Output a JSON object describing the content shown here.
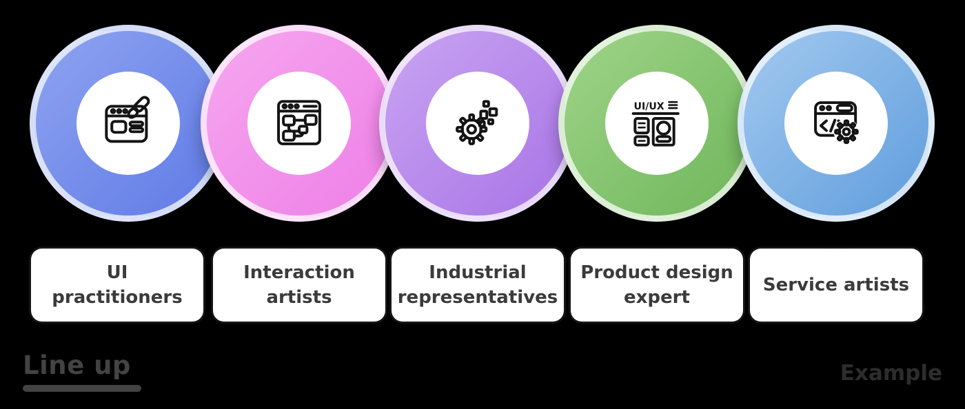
{
  "footer": {
    "title": "Line up",
    "note": "Example"
  },
  "icon_text": {
    "uiux_label": "UI/UX"
  },
  "items": [
    {
      "label": "UI\npractitioners",
      "icon": "ui-design-icon",
      "color": "#5f7ae6",
      "color_light": "#8ea4f0"
    },
    {
      "label": "Interaction\nartists",
      "icon": "flowchart-icon",
      "color": "#ee7fe7",
      "color_light": "#f6a7ef"
    },
    {
      "label": "Industrial\nrepresentatives",
      "icon": "gear-pixels-icon",
      "color": "#a874e6",
      "color_light": "#c9a4f2"
    },
    {
      "label": "Product design\nexpert",
      "icon": "uiux-wireframe-icon",
      "color": "#6fb65a",
      "color_light": "#9fd489"
    },
    {
      "label": "Service artists",
      "icon": "code-gear-icon",
      "color": "#5f9ddd",
      "color_light": "#a3c9ef"
    }
  ]
}
